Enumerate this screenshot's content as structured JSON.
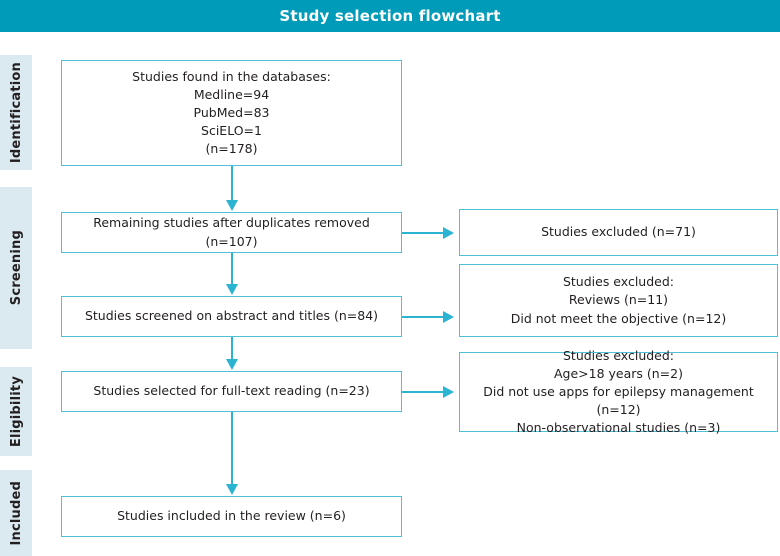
{
  "header": {
    "title": "Study selection flowchart",
    "bar_color": "#009BB8",
    "text_color": "#ffffff"
  },
  "theme": {
    "box_border": "#4FC0D8",
    "connector": "#2BB3D2",
    "tab_background": "#DBE9F0",
    "text": "#231f20"
  },
  "stages": [
    {
      "label": "Identification"
    },
    {
      "label": "Screening"
    },
    {
      "label": "Eligibility"
    },
    {
      "label": "Included"
    }
  ],
  "flow": {
    "main_boxes": [
      {
        "text": "Studies found in the databases:\nMedline=94\nPubMed=83\nSciELO=1\n(n=178)"
      },
      {
        "text": "Remaining studies after duplicates removed (n=107)"
      },
      {
        "text": "Studies screened on abstract and titles (n=84)"
      },
      {
        "text": "Studies selected for full-text reading (n=23)"
      },
      {
        "text": "Studies included in the review (n=6)"
      }
    ],
    "excluded_boxes": [
      {
        "text": "Studies excluded (n=71)"
      },
      {
        "text": "Studies excluded:\nReviews (n=11)\nDid not meet the objective (n=12)"
      },
      {
        "text": "Studies excluded:\nAge>18 years (n=2)\nDid not use apps for epilepsy management (n=12)\nNon-observational studies (n=3)"
      }
    ]
  }
}
